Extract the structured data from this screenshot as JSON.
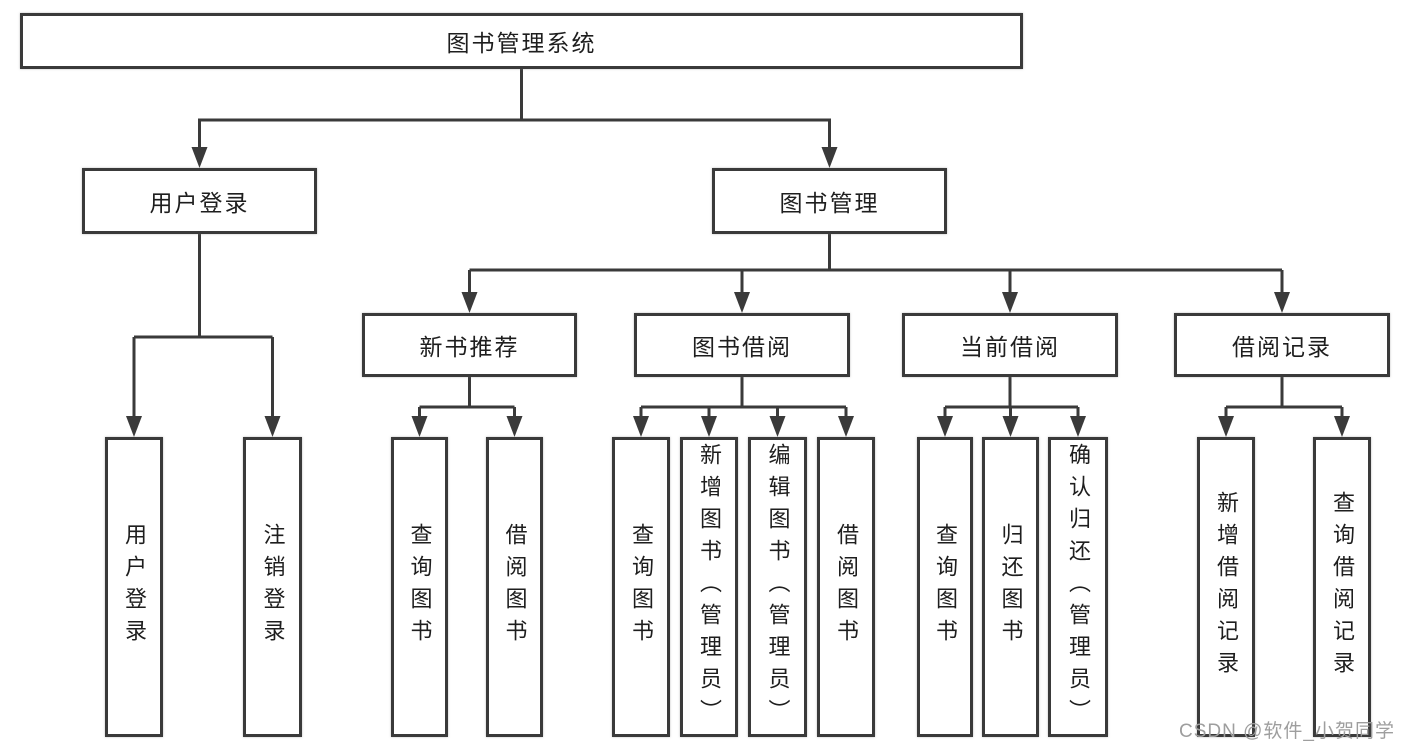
{
  "colors": {
    "line": "#3a3a3a",
    "box_border": "#3a3a3a",
    "box_fill": "#ffffff",
    "text": "#1e1e1e",
    "watermark": "#9e9e9e",
    "background": "#ffffff"
  },
  "watermark": {
    "text": "CSDN @软件_小贺同学"
  },
  "tree": {
    "label": "图书管理系统",
    "children": [
      {
        "label": "用户登录",
        "children": [
          {
            "label": "用户登录"
          },
          {
            "label": "注销登录"
          }
        ]
      },
      {
        "label": "图书管理",
        "children": [
          {
            "label": "新书推荐",
            "children": [
              {
                "label": "查询图书"
              },
              {
                "label": "借阅图书"
              }
            ]
          },
          {
            "label": "图书借阅",
            "children": [
              {
                "label": "查询图书"
              },
              {
                "label": "新增图书（管理员）"
              },
              {
                "label": "编辑图书（管理员）"
              },
              {
                "label": "借阅图书"
              }
            ]
          },
          {
            "label": "当前借阅",
            "children": [
              {
                "label": "查询图书"
              },
              {
                "label": "归还图书"
              },
              {
                "label": "确认归还（管理员）"
              }
            ]
          },
          {
            "label": "借阅记录",
            "children": [
              {
                "label": "新增借阅记录"
              },
              {
                "label": "查询借阅记录"
              }
            ]
          }
        ]
      }
    ]
  }
}
